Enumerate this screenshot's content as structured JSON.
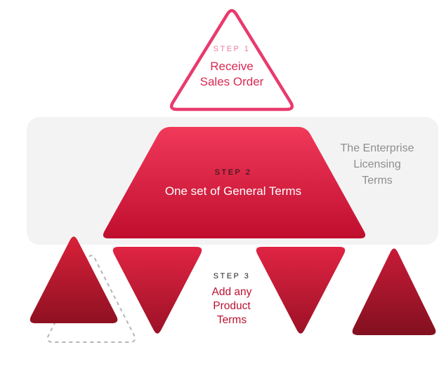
{
  "steps": {
    "step1": {
      "label": "STEP 1",
      "lines": [
        "Receive",
        "Sales Order"
      ]
    },
    "step2": {
      "label": "STEP 2",
      "title": "One set of General Terms"
    },
    "step3": {
      "label": "STEP 3",
      "lines": [
        "Add any",
        "Product",
        "Terms"
      ]
    }
  },
  "side_note": {
    "lines": [
      "The Enterprise",
      "Licensing",
      "Terms"
    ]
  },
  "colors": {
    "accent_pink": "#e93a6d",
    "step1_label_pink": "#ec7b9a",
    "step1_title_red": "#d92952",
    "trapezoid_top": "#f1395a",
    "trapezoid_bottom": "#c00e2f",
    "triangle_red_top": "#e02443",
    "triangle_red_bottom": "#9c1126",
    "panel_gray": "#f3f3f4",
    "muted_text_gray": "#8f8f8f",
    "step3_text_red": "#bb1233",
    "dashed_outline_gray": "#b5b5b5"
  }
}
